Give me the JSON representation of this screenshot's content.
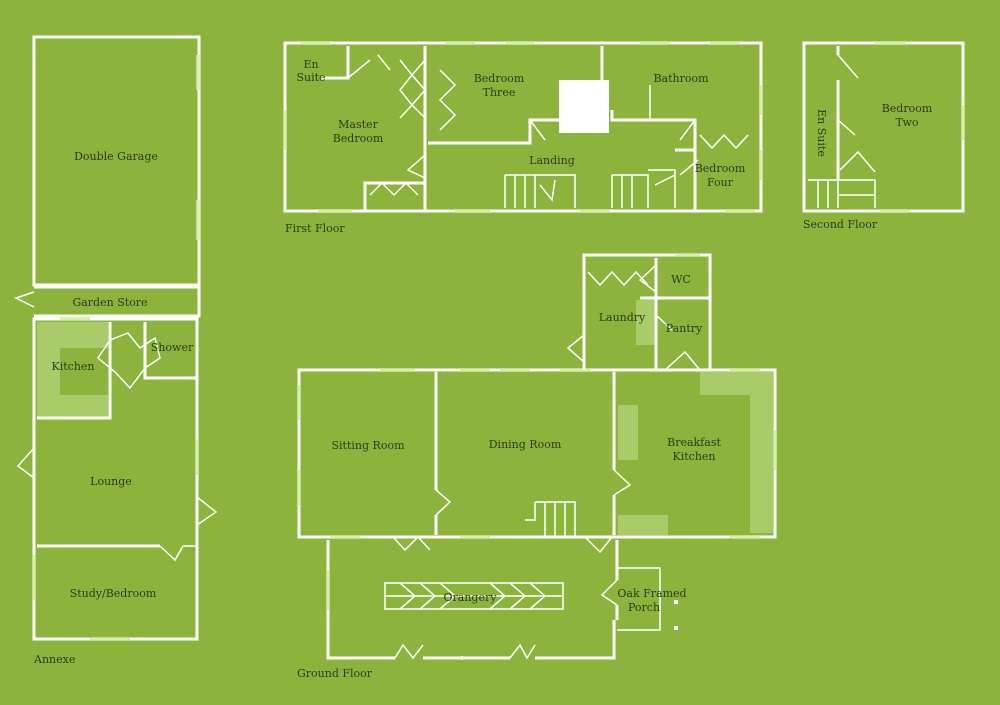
{
  "colors": {
    "background": "#8cb43c",
    "walls": "#ffffff",
    "worktop": "#a9cb6a",
    "label_text": "#2f3a1c"
  },
  "floors": {
    "annexe": "Annexe",
    "first_floor": "First Floor",
    "second_floor": "Second Floor",
    "ground_floor": "Ground Floor"
  },
  "rooms": {
    "double_garage": "Double Garage",
    "garden_store": "Garden Store",
    "annexe_kitchen": "Kitchen",
    "shower": "Shower",
    "lounge": "Lounge",
    "study_bedroom": "Study/Bedroom",
    "en_suite_1": [
      "En",
      "Suite"
    ],
    "master_bedroom": [
      "Master",
      "Bedroom"
    ],
    "bedroom_three": [
      "Bedroom",
      "Three"
    ],
    "bathroom": "Bathroom",
    "landing": "Landing",
    "bedroom_four": [
      "Bedroom",
      "Four"
    ],
    "en_suite_2": "En Suite",
    "bedroom_two": [
      "Bedroom",
      "Two"
    ],
    "wc": "WC",
    "laundry": "Laundry",
    "pantry": "Pantry",
    "sitting_room": "Sitting Room",
    "dining_room": "Dining Room",
    "breakfast_kitchen": [
      "Breakfast",
      "Kitchen"
    ],
    "orangery": "Orangery",
    "oak_framed_porch": [
      "Oak Framed",
      "Porch"
    ]
  }
}
